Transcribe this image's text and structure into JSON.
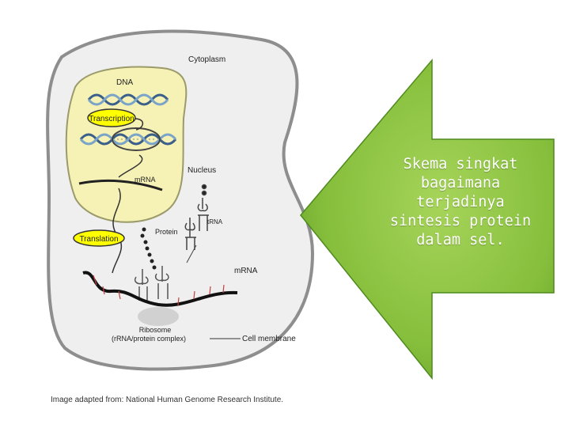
{
  "diagram": {
    "labels": {
      "cytoplasm": "Cytoplasm",
      "dna": "DNA",
      "transcription": "Transcription",
      "nucleus": "Nucleus",
      "mrna_nucleus": "mRNA",
      "trna": "tRNA",
      "protein": "Protein",
      "translation": "Translation",
      "mrna_cyto": "mRNA",
      "ribosome": "Ribosome",
      "ribosome_desc": "(rRNA/protein complex)",
      "cell_membrane": "Cell membrane"
    },
    "caption": "Image adapted from: National Human Genome Research Institute."
  },
  "arrow": {
    "text_lines": [
      "Skema singkat",
      "bagaimana",
      "terjadinya",
      "sintesis protein",
      "dalam sel."
    ],
    "colors": {
      "outer": "#4e8a1e",
      "inner": "#8dc63f",
      "text": "#ffffff"
    }
  }
}
